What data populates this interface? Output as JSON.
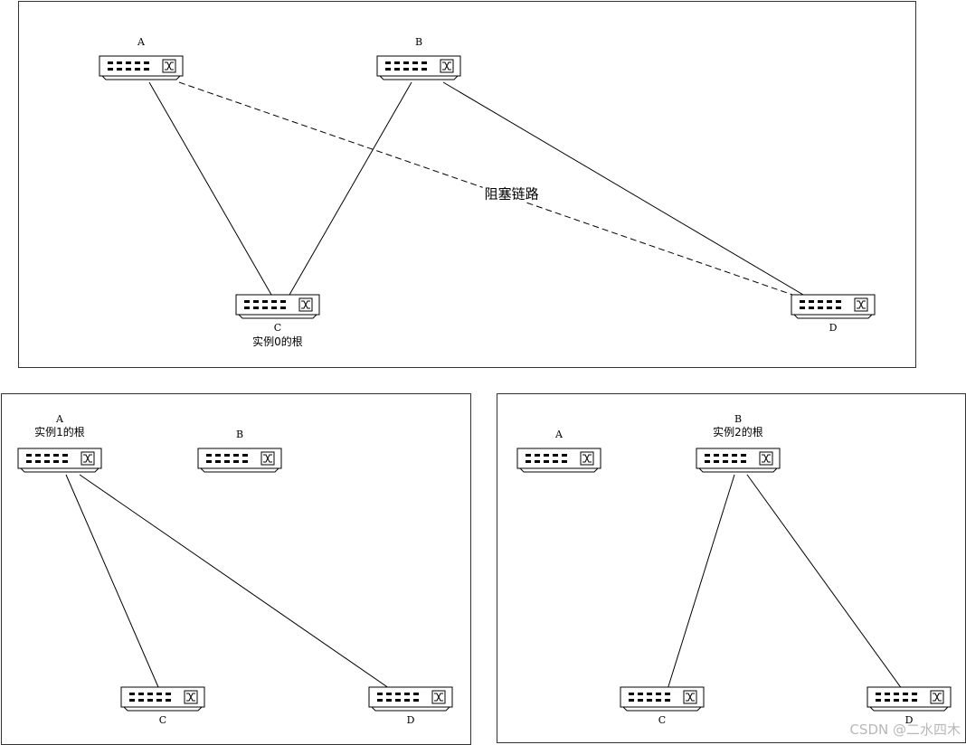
{
  "panels": [
    {
      "id": "instance0",
      "nodes": [
        {
          "id": "A",
          "label": "A",
          "root_label": ""
        },
        {
          "id": "B",
          "label": "B",
          "root_label": ""
        },
        {
          "id": "C",
          "label": "C",
          "root_label": "实例0的根"
        },
        {
          "id": "D",
          "label": "D",
          "root_label": ""
        }
      ],
      "links": [
        {
          "from": "A",
          "to": "C",
          "style": "solid"
        },
        {
          "from": "B",
          "to": "C",
          "style": "solid"
        },
        {
          "from": "B",
          "to": "D",
          "style": "solid"
        },
        {
          "from": "A",
          "to": "D",
          "style": "dashed",
          "label": "阻塞链路"
        }
      ]
    },
    {
      "id": "instance1",
      "nodes": [
        {
          "id": "A",
          "label": "A",
          "root_label": "实例1的根"
        },
        {
          "id": "B",
          "label": "B",
          "root_label": ""
        },
        {
          "id": "C",
          "label": "C",
          "root_label": ""
        },
        {
          "id": "D",
          "label": "D",
          "root_label": ""
        }
      ],
      "links": [
        {
          "from": "A",
          "to": "C",
          "style": "solid"
        },
        {
          "from": "A",
          "to": "D",
          "style": "solid"
        }
      ]
    },
    {
      "id": "instance2",
      "nodes": [
        {
          "id": "A",
          "label": "A",
          "root_label": ""
        },
        {
          "id": "B",
          "label": "B",
          "root_label": "实例2的根"
        },
        {
          "id": "C",
          "label": "C",
          "root_label": ""
        },
        {
          "id": "D",
          "label": "D",
          "root_label": ""
        }
      ],
      "links": [
        {
          "from": "B",
          "to": "C",
          "style": "solid"
        },
        {
          "from": "B",
          "to": "D",
          "style": "solid"
        }
      ]
    }
  ],
  "watermark": "CSDN @二水四木"
}
